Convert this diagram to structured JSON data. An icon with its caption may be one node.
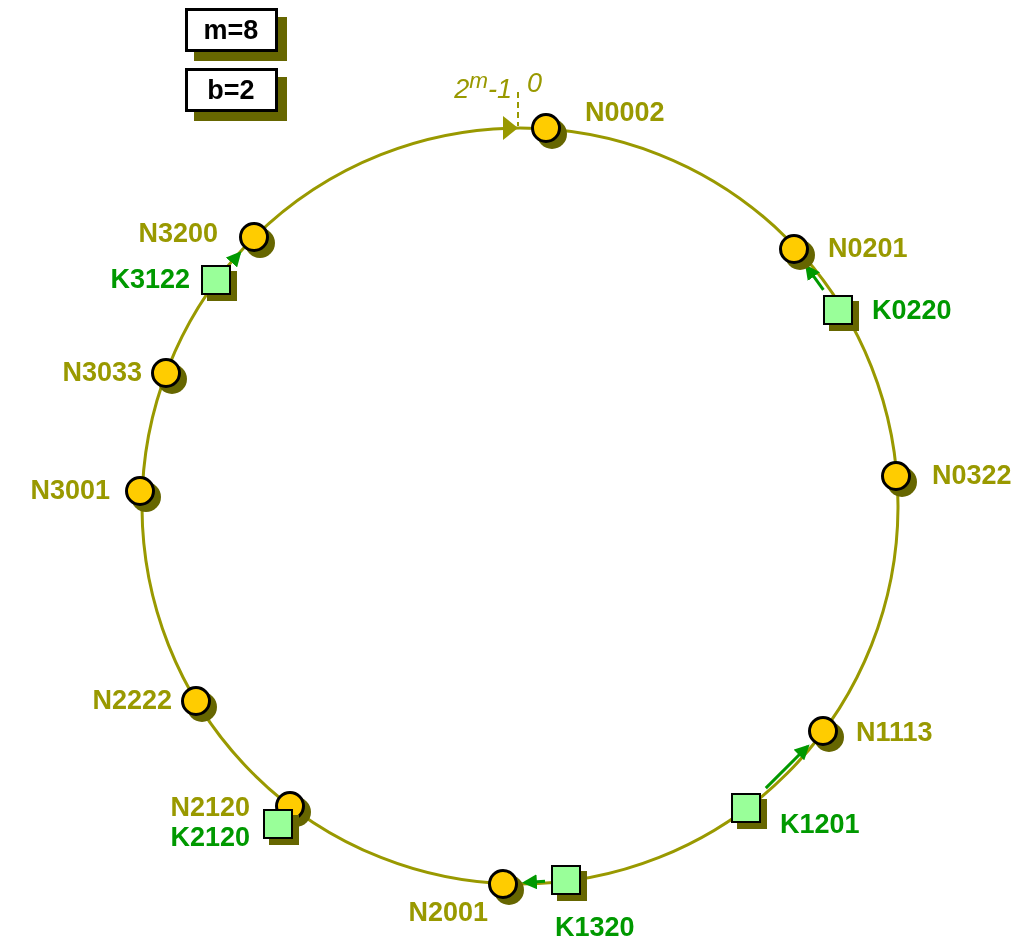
{
  "diagram": {
    "nodes": [
      {
        "text": [
          "m=8"
        ]
      },
      {
        "text": [
          "b=2"
        ]
      },
      {
        "text": [],
        "shape": "circle",
        "beside": [
          "N0002"
        ]
      },
      {
        "text": [],
        "shape": "circle",
        "beside": [
          "N0201"
        ]
      },
      {
        "text": [],
        "shape": "box",
        "beside": [
          "K0220"
        ]
      },
      {
        "text": [],
        "shape": "circle",
        "beside": [
          "N0322"
        ]
      },
      {
        "text": [],
        "shape": "circle",
        "beside": [
          "N1113"
        ]
      },
      {
        "text": [],
        "shape": "box",
        "beside": [
          "K1201"
        ]
      },
      {
        "text": [],
        "shape": "box",
        "beside": [
          "K1320"
        ]
      },
      {
        "text": [],
        "shape": "circle",
        "beside": [
          "N2001"
        ]
      },
      {
        "text": [],
        "shape": "circle",
        "beside": [
          "N2120"
        ]
      },
      {
        "text": [],
        "shape": "box",
        "beside": [
          "K2120"
        ]
      },
      {
        "text": [],
        "shape": "circle",
        "beside": [
          "N2222"
        ]
      },
      {
        "text": [],
        "shape": "circle",
        "beside": [
          "N3001"
        ]
      },
      {
        "text": [],
        "shape": "circle",
        "beside": [
          "N3033"
        ]
      },
      {
        "text": [],
        "shape": "box",
        "beside": [
          "K3122"
        ]
      },
      {
        "text": [],
        "shape": "circle",
        "beside": [
          "N3200"
        ]
      }
    ],
    "edges": [
      {
        "from": 4,
        "to": 3,
        "arrow": "to",
        "color": "#009900"
      },
      {
        "from": 7,
        "to": 6,
        "arrow": "to",
        "color": "#009900"
      },
      {
        "from": 8,
        "to": 9,
        "arrow": "to",
        "color": "#009900"
      },
      {
        "from": 15,
        "to": 16,
        "arrow": "to",
        "color": "#009900"
      }
    ],
    "labels": [
      "2$^{m}$-1",
      "0"
    ]
  }
}
